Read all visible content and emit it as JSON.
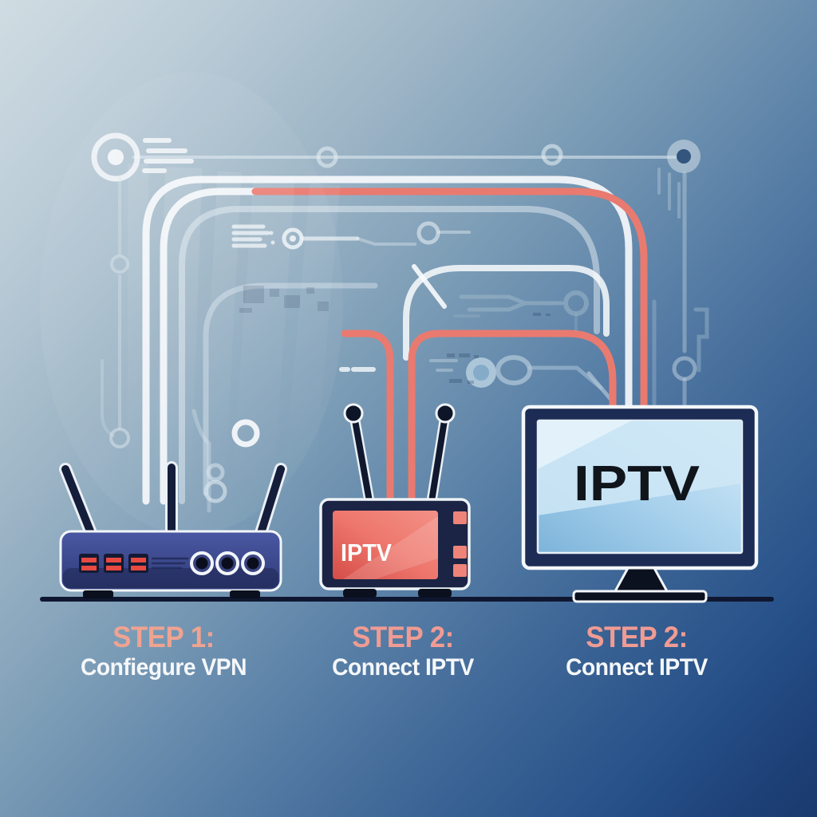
{
  "illustration": {
    "steps": [
      {
        "title": "STEP 1:",
        "subtitle": "Confiegure VPN"
      },
      {
        "title": "STEP 2:",
        "subtitle": "Connect IPTV"
      },
      {
        "title": "STEP 2:",
        "subtitle": "Connect IPTV"
      }
    ],
    "devices": {
      "router": {
        "icon": "router-icon"
      },
      "settop_box": {
        "icon": "settop-box-icon",
        "screen_text": "IPTV"
      },
      "tv": {
        "icon": "tv-icon",
        "screen_text": "IPTV"
      }
    },
    "colors": {
      "background_top_left": "#d0dce2",
      "background_bottom_right": "#1a3a6e",
      "trace_white": "#f8fbfd",
      "accent_red": "#e97a70",
      "step_title_color": "#efa391",
      "step_subtitle_color": "#f5f7f9",
      "device_body_navy": "#414f97",
      "device_dark": "#0c1120",
      "tv_screen_blue": "#9ccbea",
      "box_screen_red": "#e05a54",
      "led_red": "#e84a42"
    }
  }
}
